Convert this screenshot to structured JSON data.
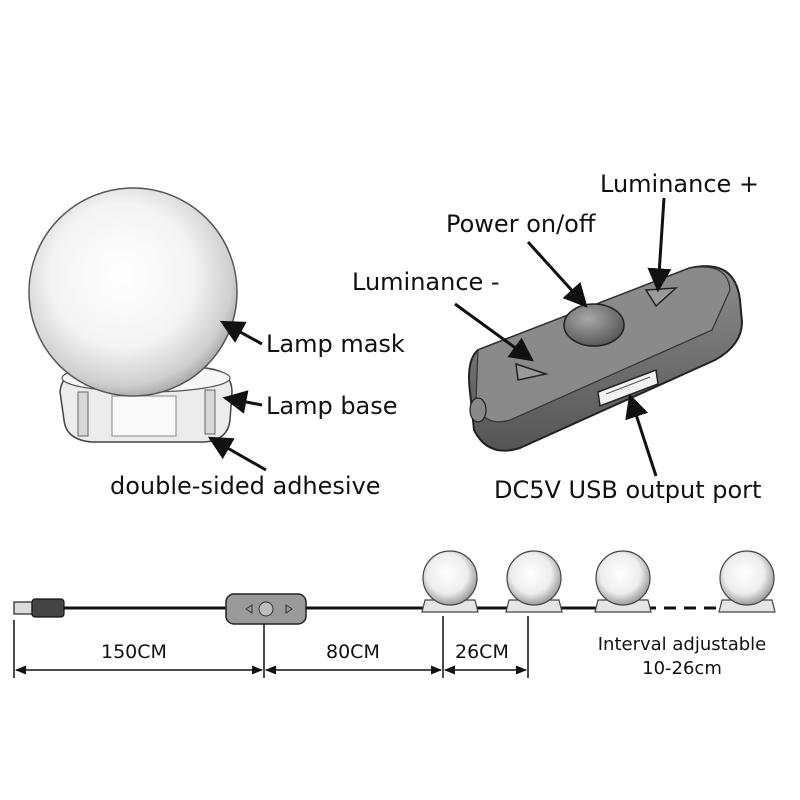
{
  "labels": {
    "lamp_mask": "Lamp mask",
    "lamp_base": "Lamp base",
    "adhesive": "double-sided adhesive",
    "luminance_minus": "Luminance -",
    "power": "Power on/off",
    "luminance_plus": "Luminance +",
    "usb_port": "DC5V USB output port"
  },
  "dimensions": {
    "d1": "150CM",
    "d2": "80CM",
    "d3": "26CM",
    "interval_line1": "Interval adjustable",
    "interval_line2": "10-26cm"
  },
  "colors": {
    "controller_body": "#6e6e6e",
    "controller_top": "#8a8a8a",
    "line": "#111111",
    "base": "#e6e6e6"
  }
}
